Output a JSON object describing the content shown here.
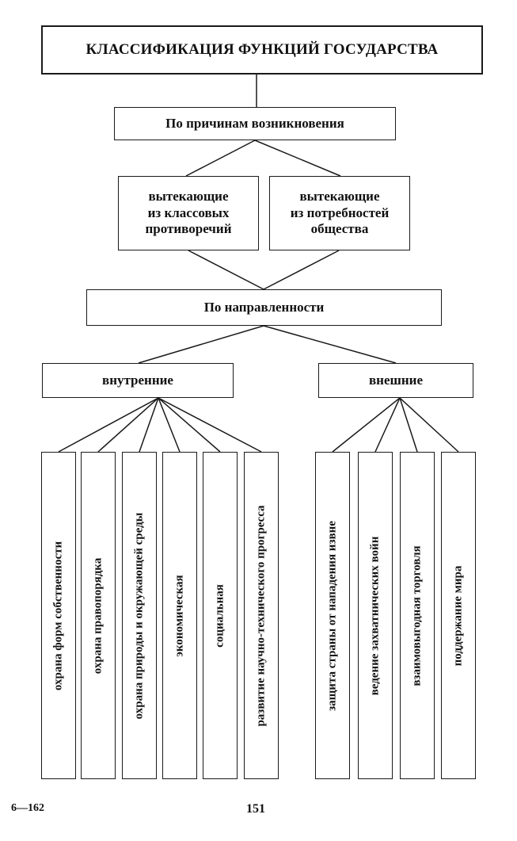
{
  "title": "КЛАССИФИКАЦИЯ ФУНКЦИЙ ГОСУДАРСТВА",
  "by_origin": "По причинам возникновения",
  "origin_items": [
    "вытекающие\nиз классовых\nпротиворечий",
    "вытекающие\nиз потребностей\nобщества"
  ],
  "by_direction": "По направленности",
  "internal": {
    "label": "внутренние",
    "items": [
      "охрана форм собственности",
      "охрана правопорядка",
      "охрана природы и окружающей среды",
      "экономическая",
      "социальная",
      "развитие научно-технического прогресса"
    ]
  },
  "external": {
    "label": "внешние",
    "items": [
      "защита страны от нападения извне",
      "ведение захватнических войн",
      "взаимовыгодная торговля",
      "поддержание мира"
    ]
  },
  "footer": {
    "signature": "6—162",
    "page_number": "151"
  }
}
